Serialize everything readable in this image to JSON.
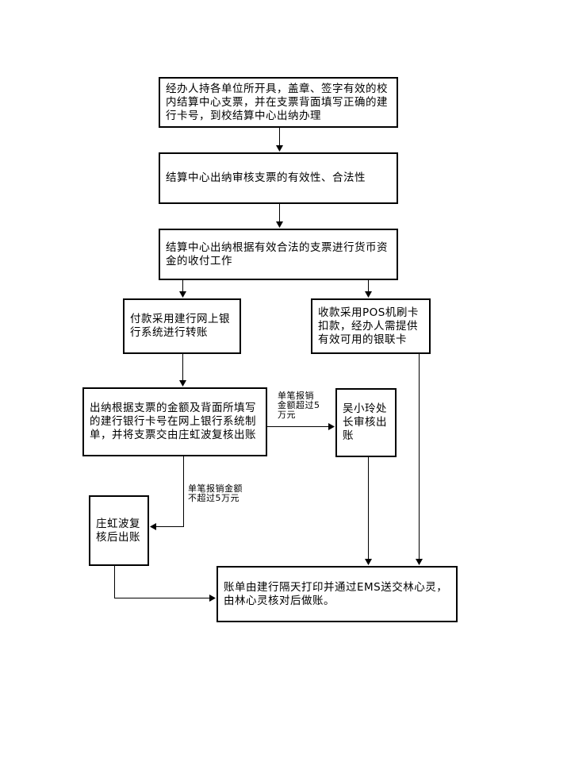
{
  "flowchart": {
    "nodes": {
      "step1": "经办人持各单位所开具，盖章、签字有效的校内结算中心支票，并在支票背面填写正确的建行卡号，到校结算中心出纳办理",
      "step2": "结算中心出纳审核支票的有效性、合法性",
      "step3": "结算中心出纳根据有效合法的支票进行货币资金的收付工作",
      "payment": "付款采用建行网上银行系统进行转账",
      "receipt": "收款采用POS机刷卡扣款，经办人需提供有效可用的银联卡",
      "make_order": "出纳根据支票的金额及背面所填写的建行银行卡号在网上银行系统制单，并将支票交由庄虹波复核出账",
      "wuxiaoling": "吴小玲处长审核出账",
      "zhuanghongbo": "庄虹波复核后出账",
      "final_bill": "账单由建行隔天打印并通过EMS送交林心灵，由林心灵核对后做账。"
    },
    "edge_labels": {
      "over_5w": "单笔报销\n金额超过5\n万元",
      "not_over_5w": "单笔报销金额\n不超过5万元"
    },
    "colors": {
      "line": "#000000",
      "box_border": "#000000",
      "box_fill": "#ffffff",
      "background": "#ffffff",
      "text": "#000000"
    }
  }
}
